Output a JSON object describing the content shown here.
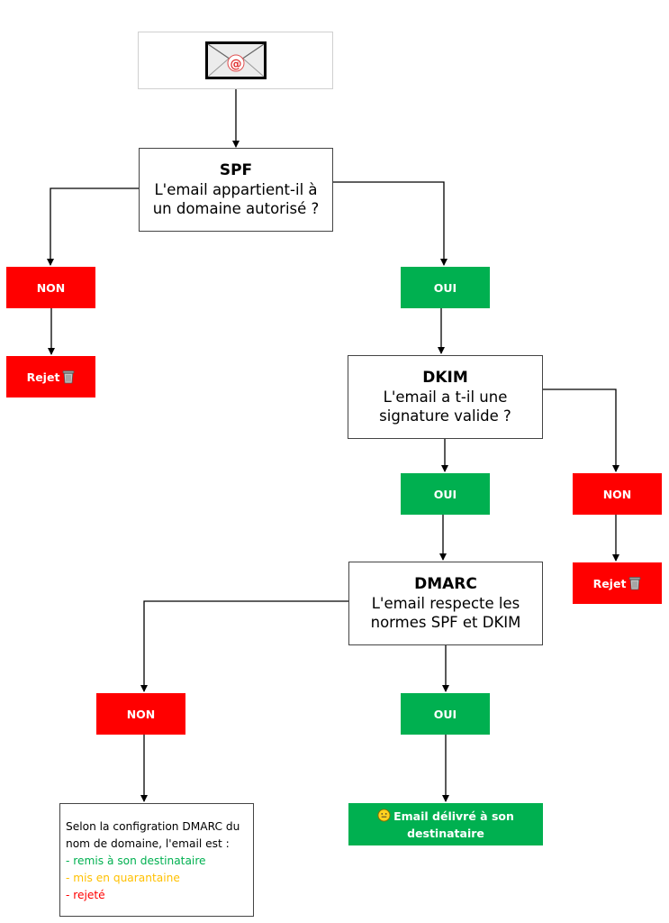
{
  "colors": {
    "fail": "#ff0000",
    "pass": "#00b050",
    "quarantine": "#ffc000"
  },
  "icons": {
    "email": "envelope-at-icon",
    "reject": "trash-can-icon",
    "delivered": "smiley-icon"
  },
  "spf": {
    "title": "SPF",
    "question": "L'email appartient-il à un domaine autorisé ?"
  },
  "dkim": {
    "title": "DKIM",
    "question": "L'email a t-il une signature valide ?"
  },
  "dmarc": {
    "title": "DMARC",
    "question": "L'email respecte les normes SPF et DKIM"
  },
  "labels": {
    "no": "NON",
    "yes": "OUI",
    "reject": "Rejet"
  },
  "delivered": {
    "text": "Email délivré à son destinataire"
  },
  "dmarc_note": {
    "intro": "Selon la configration DMARC du nom de domaine, l'email est :",
    "option_delivered": "- remis à son destinataire",
    "option_quarantine": "- mis en quarantaine",
    "option_rejected": "- rejeté"
  }
}
